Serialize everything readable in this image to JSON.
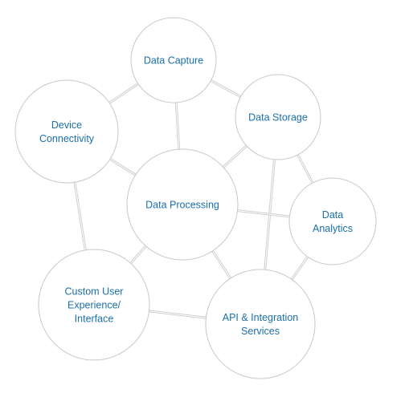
{
  "nodes": [
    {
      "id": "data-capture",
      "lines": [
        "Data Capture"
      ]
    },
    {
      "id": "device-connectivity",
      "lines": [
        "Device",
        "Connectivity"
      ]
    },
    {
      "id": "data-storage",
      "lines": [
        "Data Storage"
      ]
    },
    {
      "id": "data-processing",
      "lines": [
        "Data Processing"
      ]
    },
    {
      "id": "data-analytics",
      "lines": [
        "Data",
        "Analytics"
      ]
    },
    {
      "id": "custom-ux",
      "lines": [
        "Custom User",
        "Experience/",
        "Interface"
      ]
    },
    {
      "id": "api-integration",
      "lines": [
        "API & Integration",
        "Services"
      ]
    }
  ],
  "edges": [
    [
      "data-capture",
      "device-connectivity"
    ],
    [
      "data-capture",
      "data-storage"
    ],
    [
      "data-capture",
      "data-processing"
    ],
    [
      "device-connectivity",
      "data-processing"
    ],
    [
      "device-connectivity",
      "custom-ux"
    ],
    [
      "data-storage",
      "data-processing"
    ],
    [
      "data-storage",
      "data-analytics"
    ],
    [
      "data-storage",
      "api-integration"
    ],
    [
      "data-processing",
      "data-analytics"
    ],
    [
      "data-processing",
      "custom-ux"
    ],
    [
      "data-processing",
      "api-integration"
    ],
    [
      "data-analytics",
      "api-integration"
    ],
    [
      "custom-ux",
      "api-integration"
    ]
  ],
  "colors": {
    "label": "#1b6fa8",
    "edge": "#cfcfcf",
    "node_border": "#c8c8c8"
  }
}
